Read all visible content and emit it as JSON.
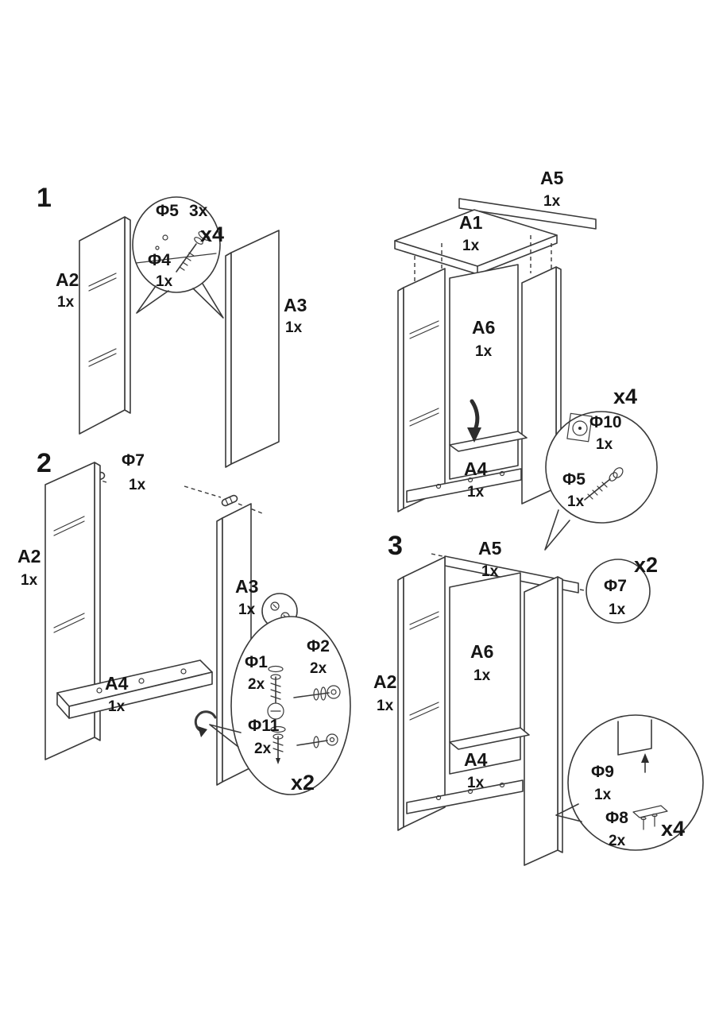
{
  "colors": {
    "background": "#ffffff",
    "line": "#3a3a3a",
    "text": "#161616"
  },
  "step1": {
    "number": "1",
    "panel_a2": {
      "label": "A2",
      "qty": "1x"
    },
    "panel_a3": {
      "label": "A3",
      "qty": "1x"
    },
    "callout": {
      "phi5_label": "Φ5",
      "phi5_qty": "3x",
      "phi4_label": "Φ4",
      "phi4_qty": "1x",
      "multiplier": "x4"
    }
  },
  "step2": {
    "number": "2",
    "dowel": {
      "label": "Φ7",
      "qty": "1x"
    },
    "panel_a2": {
      "label": "A2",
      "qty": "1x"
    },
    "panel_a3": {
      "label": "A3",
      "qty": "1x"
    },
    "panel_a4": {
      "label": "A4",
      "qty": "1x"
    },
    "callout": {
      "phi1_label": "Φ1",
      "phi1_qty": "2x",
      "phi2_label": "Φ2",
      "phi2_qty": "2x",
      "phi11_label": "Φ11",
      "phi11_qty": "2x",
      "multiplier": "x2"
    }
  },
  "assembly_top": {
    "rail_a5": {
      "label": "A5",
      "qty": "1x"
    },
    "panel_a1": {
      "label": "A1",
      "qty": "1x"
    },
    "panel_a6": {
      "label": "A6",
      "qty": "1x"
    },
    "panel_a4": {
      "label": "A4",
      "qty": "1x"
    },
    "callout": {
      "multiplier": "x4",
      "phi10_label": "Φ10",
      "phi10_qty": "1x",
      "phi5_label": "Φ5",
      "phi5_qty": "1x"
    }
  },
  "step3": {
    "number": "3",
    "rail_a5": {
      "label": "A5",
      "qty": "1x"
    },
    "dowel_callout": {
      "phi7_label": "Φ7",
      "phi7_qty": "1x",
      "multiplier": "x2"
    },
    "panel_a2": {
      "label": "A2",
      "qty": "1x"
    },
    "panel_a6": {
      "label": "A6",
      "qty": "1x"
    },
    "panel_a4": {
      "label": "A4",
      "qty": "1x"
    },
    "callout": {
      "phi9_label": "Φ9",
      "phi9_qty": "1x",
      "phi8_label": "Φ8",
      "phi8_qty": "2x",
      "multiplier": "x4"
    }
  }
}
